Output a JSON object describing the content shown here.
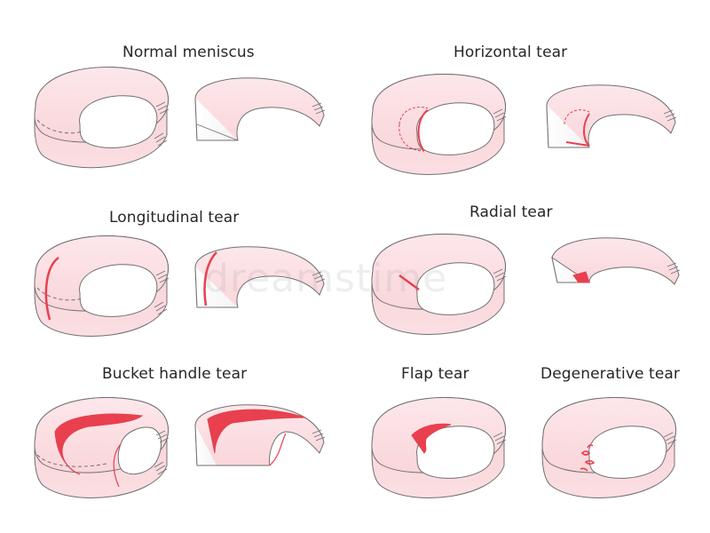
{
  "labels": {
    "normal": "Normal meniscus",
    "horizontal": "Horizontal tear",
    "longitudinal": "Longitudinal tear",
    "radial": "Radial tear",
    "bucket": "Bucket handle tear",
    "flap": "Flap tear",
    "degenerative": "Degenerative tear"
  },
  "watermark": "dreamstime",
  "colors": {
    "fill": "#fbdfe1",
    "fill_light": "#fdecef",
    "stroke": "#707070",
    "tear": "#e8404f"
  }
}
